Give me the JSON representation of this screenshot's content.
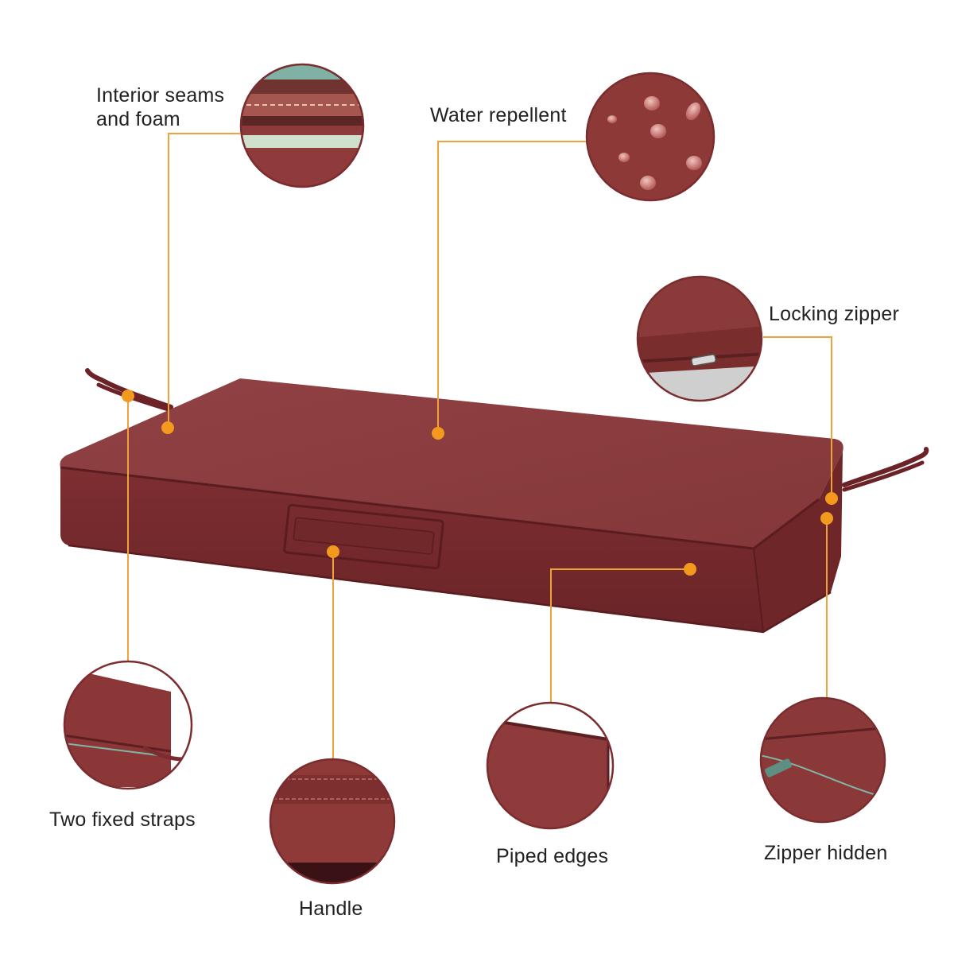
{
  "callouts": {
    "interior_seams": {
      "label": "Interior seams and foam",
      "icon": "seam-foam-closeup-icon"
    },
    "water_repellent": {
      "label": "Water repellent",
      "icon": "water-droplets-closeup-icon"
    },
    "locking_zipper": {
      "label": "Locking zipper",
      "icon": "locking-zipper-closeup-icon"
    },
    "fixed_straps": {
      "label": "Two fixed straps",
      "icon": "strap-closeup-icon"
    },
    "handle": {
      "label": "Handle",
      "icon": "handle-closeup-icon"
    },
    "piped_edges": {
      "label": "Piped edges",
      "icon": "piped-edge-closeup-icon"
    },
    "zipper_hidden": {
      "label": "Zipper hidden",
      "icon": "hidden-zipper-closeup-icon"
    }
  },
  "colors": {
    "cushion_top": "#8a3a3b",
    "cushion_side": "#7a2c2f",
    "cushion_dark": "#5e1f22",
    "leader_line": "#f0a23a",
    "marker_dot": "#f39a1e",
    "circle_border": "#7a2c2f"
  }
}
